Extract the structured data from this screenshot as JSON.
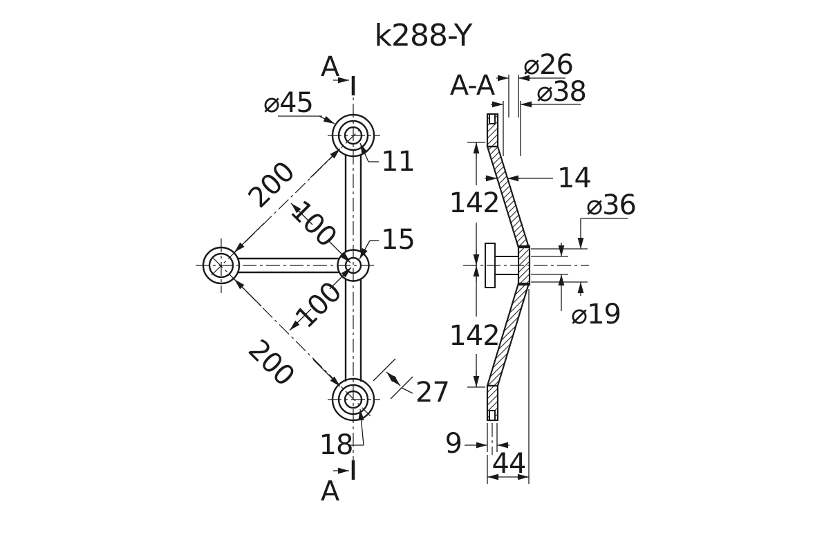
{
  "title": "k288-Y",
  "front_view": {
    "section_label_top": "A",
    "section_label_bottom": "A",
    "dims": {
      "dia45": "⌀45",
      "len200_upper": "200",
      "off100_upper": "100",
      "w11": "11",
      "hole15": "15",
      "off100_lower": "100",
      "len200_lower": "200",
      "w27": "27",
      "hole18": "18"
    }
  },
  "section_view": {
    "label": "A-A",
    "dims": {
      "dia26": "⌀26",
      "dia38": "⌀38",
      "t14": "14",
      "len142_upper": "142",
      "dia36": "⌀36",
      "len142_lower": "142",
      "dia19": "⌀19",
      "t9": "9",
      "w44": "44"
    }
  }
}
